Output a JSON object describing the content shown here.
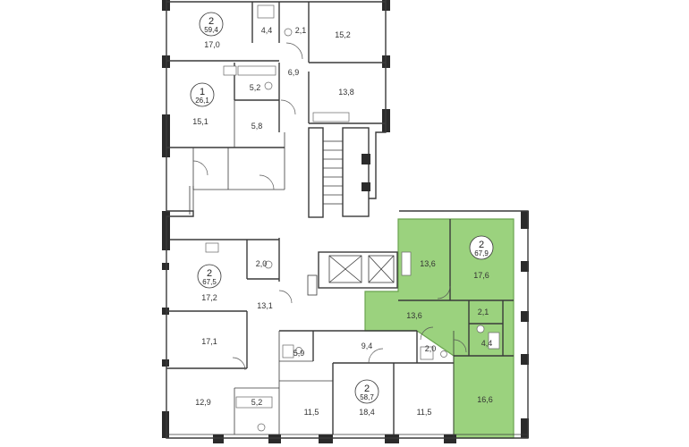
{
  "colors": {
    "highlight": "#9bd27e",
    "highlight_stroke": "#6aa34f",
    "wall": "#2b2b2b",
    "background": "#ffffff"
  },
  "apartments": [
    {
      "id": "top-left",
      "rooms": "2",
      "total": "59,4"
    },
    {
      "id": "mid-left",
      "rooms": "1",
      "total": "26,1"
    },
    {
      "id": "lower-left",
      "rooms": "2",
      "total": "67,5"
    },
    {
      "id": "bottom-center",
      "rooms": "2",
      "total": "58,7"
    },
    {
      "id": "right-highlight",
      "rooms": "2",
      "total": "67,9"
    }
  ],
  "areas": [
    "17,0",
    "4,4",
    "2,1",
    "15,2",
    "6,9",
    "5,2",
    "13,8",
    "15,1",
    "5,8",
    "2,0",
    "17,2",
    "13,1",
    "17,1",
    "5,9",
    "9,4",
    "2,0",
    "12,9",
    "5,2",
    "11,5",
    "18,4",
    "11,5",
    "13,6",
    "17,6",
    "13,6",
    "2,1",
    "4,4",
    "16,6"
  ]
}
